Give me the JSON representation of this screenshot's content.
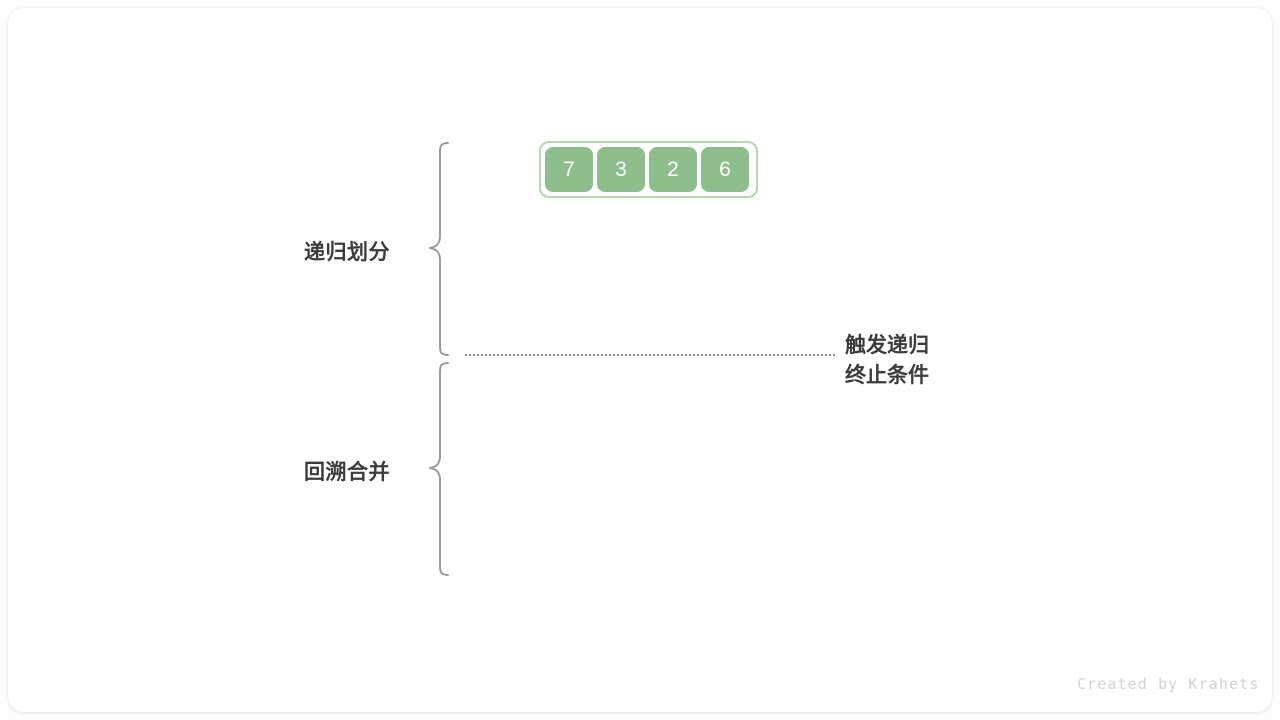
{
  "figure": {
    "title_watermark": "Created by Krahets",
    "colors": {
      "cell_fill": "#8ebe8b",
      "cell_text": "#ffffff",
      "container_border": "#b9d6b4",
      "label_text": "#3c3c3c",
      "brace_stroke": "#9a9a9a",
      "divider": "#8a8a8a",
      "watermark": "#d2d2d2",
      "card_background": "#ffffff"
    }
  },
  "array": {
    "name": "input-array",
    "values": [
      "7",
      "3",
      "2",
      "6"
    ]
  },
  "stages": [
    {
      "id": "divide",
      "label": "递归划分"
    },
    {
      "id": "merge",
      "label": "回溯合并"
    }
  ],
  "annotation": {
    "line1": "触发递归",
    "line2": "终止条件"
  },
  "braces": {
    "divide": {
      "name": "divide-brace"
    },
    "merge": {
      "name": "merge-brace"
    }
  }
}
